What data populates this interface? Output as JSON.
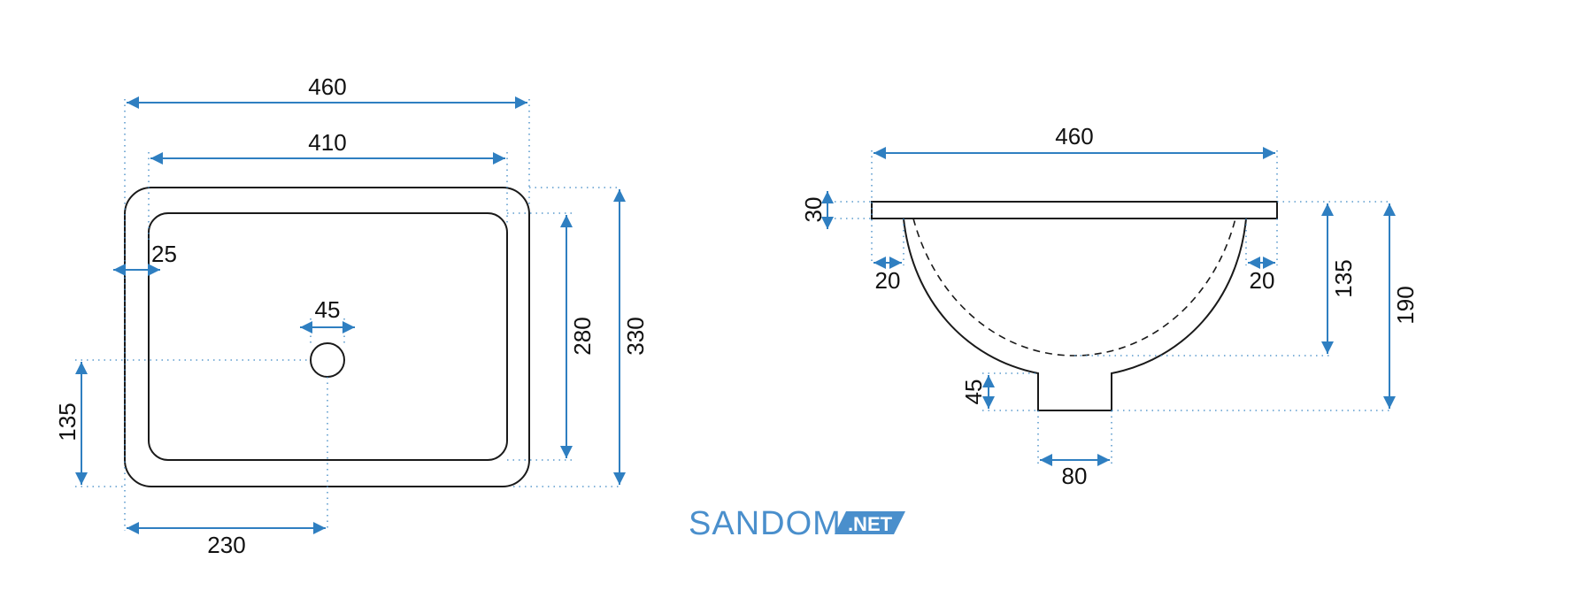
{
  "top_view": {
    "outer_width": "460",
    "inner_width": "410",
    "rim_width": "25",
    "drain_diameter": "45",
    "inner_depth": "280",
    "outer_depth": "330",
    "drain_offset_y": "135",
    "drain_offset_x": "230"
  },
  "side_view": {
    "overall_width": "460",
    "rim_thickness": "30",
    "rim_left": "20",
    "rim_right": "20",
    "bowl_depth": "135",
    "overall_height": "190",
    "drain_height": "45",
    "drain_width": "80"
  },
  "logo": {
    "name": "SANDOM",
    "tld": ".NET"
  },
  "colors": {
    "dimension": "#2f7fc1",
    "outline": "#1a1a1a",
    "logo": "#4a8fcc"
  }
}
